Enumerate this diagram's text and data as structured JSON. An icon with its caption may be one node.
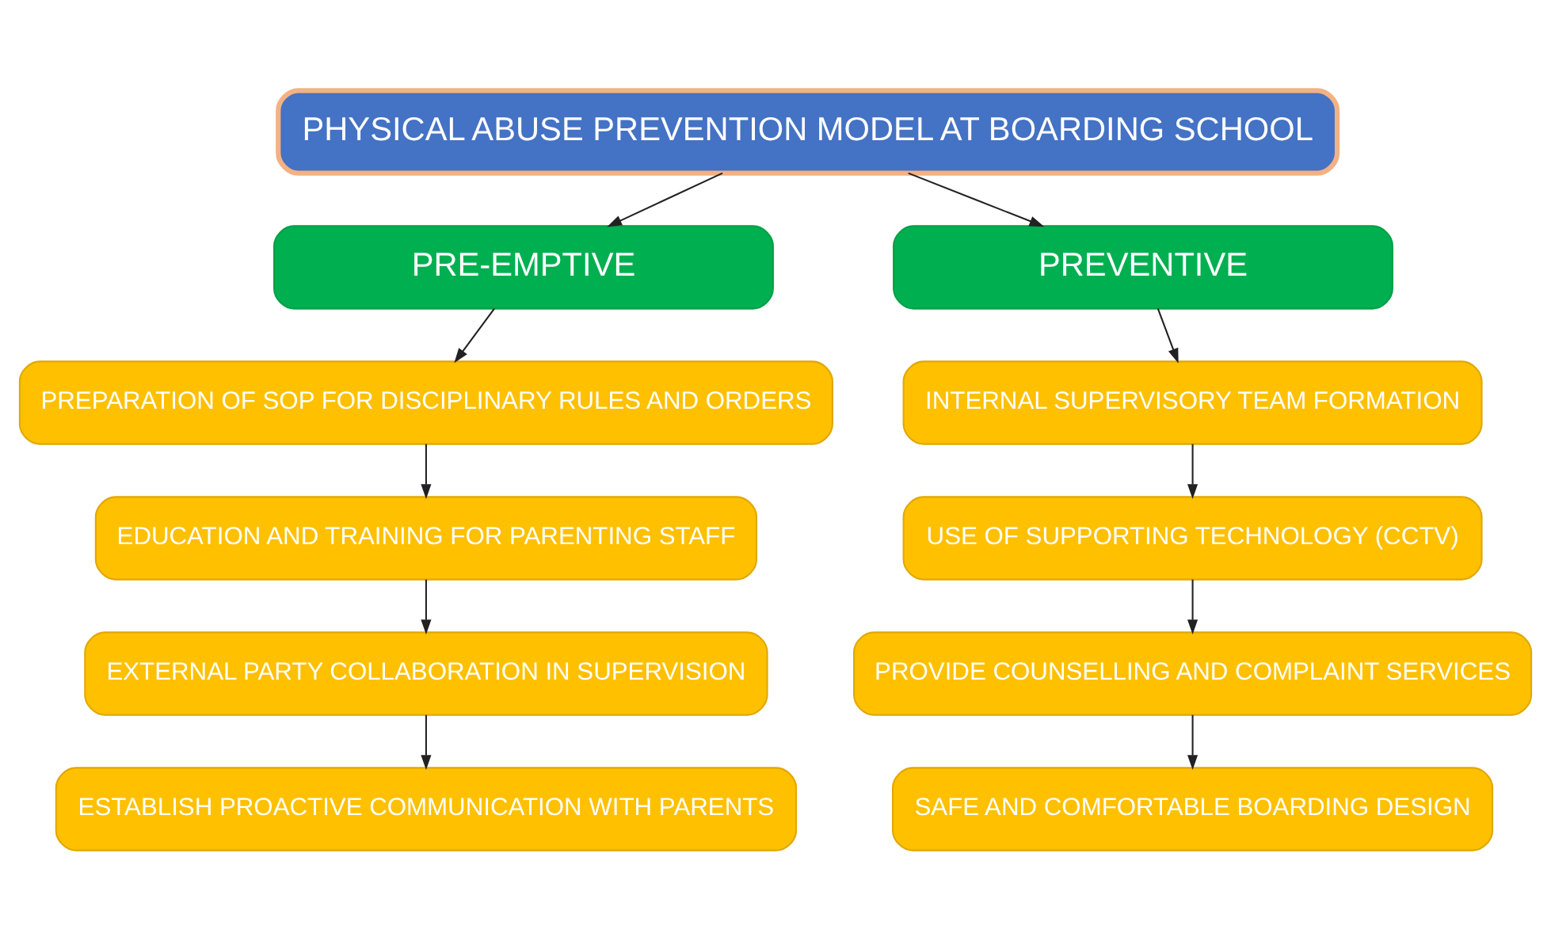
{
  "diagram": {
    "nodes": [
      {
        "text": [
          "PHYSICAL ABUSE PREVENTION MODEL AT BOARDING SCHOOL"
        ]
      },
      {
        "text": [
          "PRE-EMPTIVE"
        ]
      },
      {
        "text": [
          "PREVENTIVE"
        ]
      },
      {
        "text": [
          "PREPARATION OF SOP FOR DISCIPLINARY RULES AND ORDERS"
        ]
      },
      {
        "text": [
          "EDUCATION AND TRAINING FOR PARENTING STAFF"
        ]
      },
      {
        "text": [
          "EXTERNAL PARTY COLLABORATION IN SUPERVISION"
        ]
      },
      {
        "text": [
          "ESTABLISH PROACTIVE COMMUNICATION WITH PARENTS"
        ]
      },
      {
        "text": [
          "INTERNAL SUPERVISORY TEAM FORMATION"
        ]
      },
      {
        "text": [
          "USE OF SUPPORTING TECHNOLOGY (CCTV)"
        ]
      },
      {
        "text": [
          "PROVIDE COUNSELLING AND COMPLAINT SERVICES"
        ]
      },
      {
        "text": [
          "SAFE AND COMFORTABLE BOARDING DESIGN"
        ]
      }
    ],
    "edges": [
      {
        "from": 0,
        "to": 1,
        "arrow": "to"
      },
      {
        "from": 0,
        "to": 2,
        "arrow": "to"
      },
      {
        "from": 1,
        "to": 3,
        "arrow": "to"
      },
      {
        "from": 3,
        "to": 4,
        "arrow": "to"
      },
      {
        "from": 4,
        "to": 5,
        "arrow": "to"
      },
      {
        "from": 5,
        "to": 6,
        "arrow": "to"
      },
      {
        "from": 2,
        "to": 7,
        "arrow": "to"
      },
      {
        "from": 7,
        "to": 8,
        "arrow": "to"
      },
      {
        "from": 8,
        "to": 9,
        "arrow": "to"
      },
      {
        "from": 9,
        "to": 10,
        "arrow": "to"
      }
    ]
  }
}
